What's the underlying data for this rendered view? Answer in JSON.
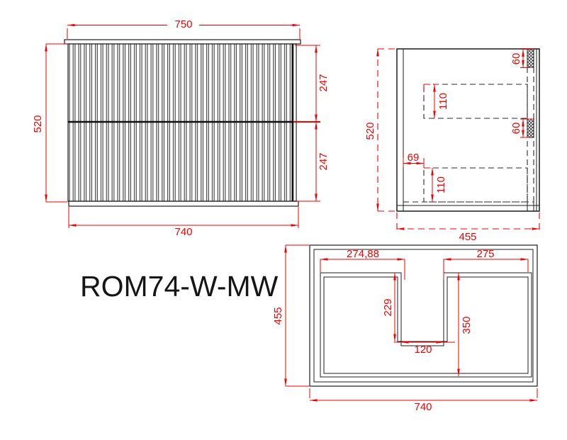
{
  "title": "ROM74-W-MW",
  "colors": {
    "dimension": "#f50000",
    "line": "#1c1c1c",
    "background": "#ffffff"
  },
  "front_view": {
    "width_top": "750",
    "width_bottom": "740",
    "height": "520",
    "upper_drawer_height": "247",
    "lower_drawer_height": "247"
  },
  "side_view": {
    "height": "520",
    "depth": "455",
    "top_rail_height": "60",
    "mid_rail_height": "60",
    "upper_drawer_depth": "110",
    "lower_drawer_depth": "110",
    "drawer_front_offset": "69"
  },
  "plan_view": {
    "depth": "455",
    "width": "740",
    "left_bay_width": "274,88",
    "right_bay_width": "275",
    "recess_depth": "229",
    "bay_depth": "350",
    "recess_width": "120"
  }
}
